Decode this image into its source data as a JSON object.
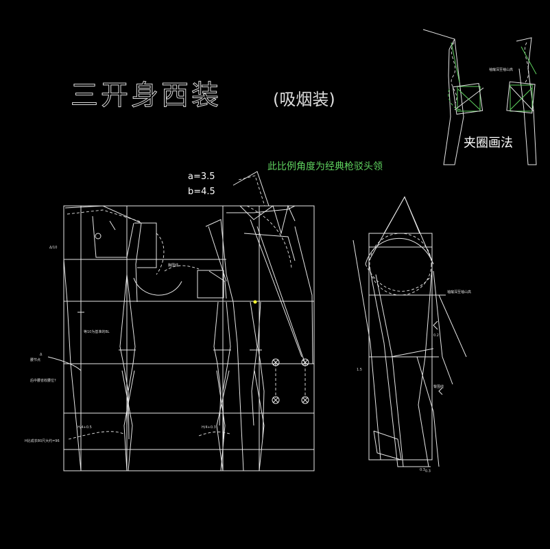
{
  "title": "三开身西装",
  "subtitle": "(吸烟装)",
  "armhole_label": "夹圈画法",
  "collar_note": "此比例角度为经典枪驳头领",
  "param_a": "a=3.5",
  "param_b": "b=4.5",
  "small_notes": {
    "n1": "腰节点",
    "n2": "胸围线",
    "n3": "臀围线",
    "n4": "等10为基准的BL",
    "n5": "后中腰省收腰位?",
    "n6": "H比成衣80尺大约=96",
    "n7": "H/4+0.5",
    "n8": "H/4+0.3",
    "n9": "1.5",
    "n10": "0.2",
    "n11": "0.3",
    "n12": "0.3",
    "n13": "袖窿深至袖山高",
    "n14": "Δ/10",
    "n15": "Δ"
  },
  "colors": {
    "line": "#e8e8e8",
    "accent": "#5fd35f",
    "background": "#000000"
  }
}
